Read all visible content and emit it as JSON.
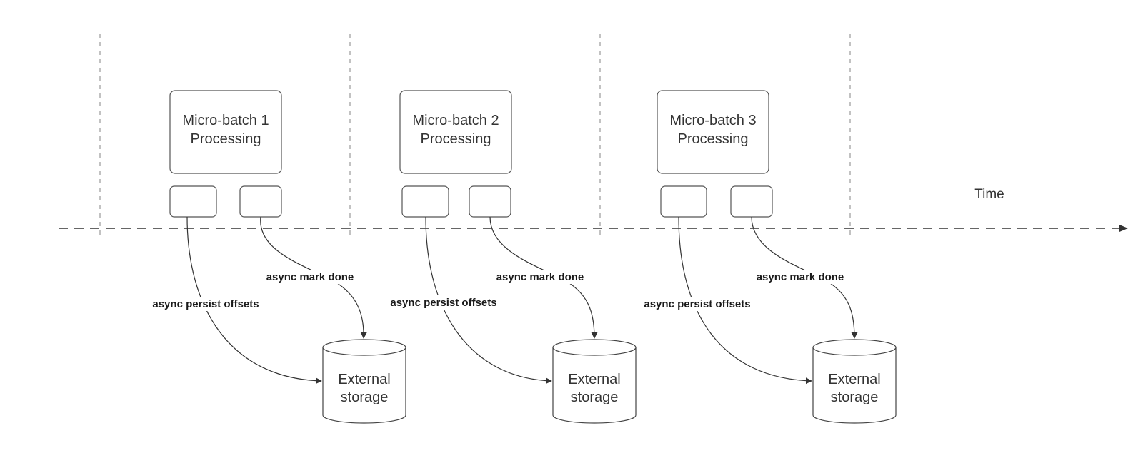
{
  "timeline": {
    "label": "Time"
  },
  "batches": [
    {
      "title_line1": "Micro-batch 1",
      "title_line2": "Processing",
      "persist_label": "async persist offsets",
      "done_label": "async mark done",
      "storage_line1": "External",
      "storage_line2": "storage"
    },
    {
      "title_line1": "Micro-batch 2",
      "title_line2": "Processing",
      "persist_label": "async persist offsets",
      "done_label": "async mark done",
      "storage_line1": "External",
      "storage_line2": "storage"
    },
    {
      "title_line1": "Micro-batch 3",
      "title_line2": "Processing",
      "persist_label": "async persist offsets",
      "done_label": "async mark done",
      "storage_line1": "External",
      "storage_line2": "storage"
    }
  ],
  "colors": {
    "stroke": "#333333",
    "text": "#333333",
    "divider": "#9a9a9a"
  }
}
